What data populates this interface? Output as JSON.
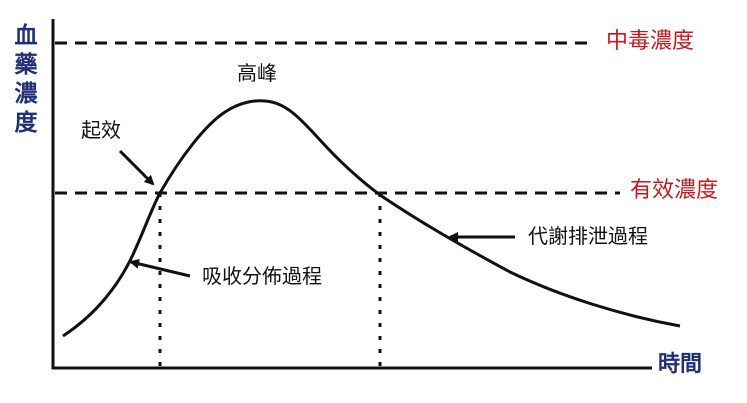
{
  "diagram": {
    "type": "pharmacokinetic concentration-time curve",
    "axes": {
      "y_label_chars": [
        "血",
        "藥",
        "濃",
        "度"
      ],
      "x_label": "時間"
    },
    "thresholds": {
      "toxic": {
        "label": "中毒濃度",
        "color": "#c8171e"
      },
      "effective": {
        "label": "有效濃度",
        "color": "#c8171e"
      }
    },
    "annotations": {
      "peak": "高峰",
      "onset": "起效",
      "absorption": "吸收分佈過程",
      "elimination": "代謝排泄過程"
    },
    "colors": {
      "axis_label": "#1f2f7a",
      "threshold_label": "#c8171e",
      "line": "#111111"
    }
  }
}
